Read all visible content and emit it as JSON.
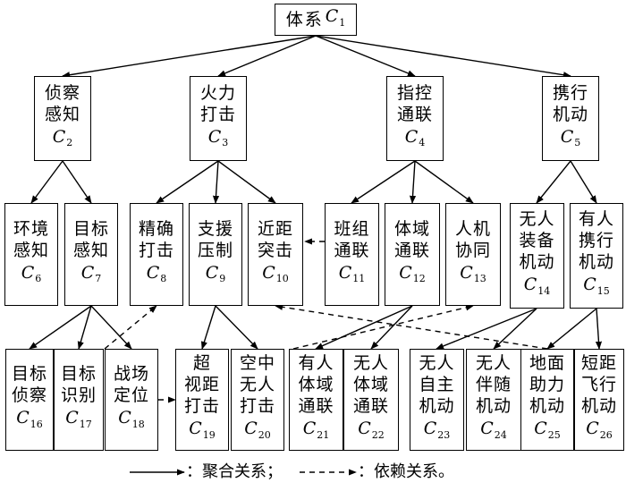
{
  "root": {
    "name": "体系",
    "code": "C",
    "sub": "1"
  },
  "level1": [
    {
      "id": "C2",
      "lines": [
        "侦察",
        "感知"
      ],
      "code": "C",
      "sub": "2"
    },
    {
      "id": "C3",
      "lines": [
        "火力",
        "打击"
      ],
      "code": "C",
      "sub": "3"
    },
    {
      "id": "C4",
      "lines": [
        "指控",
        "通联"
      ],
      "code": "C",
      "sub": "4"
    },
    {
      "id": "C5",
      "lines": [
        "携行",
        "机动"
      ],
      "code": "C",
      "sub": "5"
    }
  ],
  "level2": [
    {
      "id": "C6",
      "lines": [
        "环境",
        "感知"
      ],
      "code": "C",
      "sub": "6"
    },
    {
      "id": "C7",
      "lines": [
        "目标",
        "感知"
      ],
      "code": "C",
      "sub": "7"
    },
    {
      "id": "C8",
      "lines": [
        "精确",
        "打击"
      ],
      "code": "C",
      "sub": "8"
    },
    {
      "id": "C9",
      "lines": [
        "支援",
        "压制"
      ],
      "code": "C",
      "sub": "9"
    },
    {
      "id": "C10",
      "lines": [
        "近距",
        "突击"
      ],
      "code": "C",
      "sub": "10"
    },
    {
      "id": "C11",
      "lines": [
        "班组",
        "通联"
      ],
      "code": "C",
      "sub": "11"
    },
    {
      "id": "C12",
      "lines": [
        "体域",
        "通联"
      ],
      "code": "C",
      "sub": "12"
    },
    {
      "id": "C13",
      "lines": [
        "人机",
        "协同"
      ],
      "code": "C",
      "sub": "13"
    },
    {
      "id": "C14",
      "lines": [
        "无人",
        "装备",
        "机动"
      ],
      "code": "C",
      "sub": "14"
    },
    {
      "id": "C15",
      "lines": [
        "有人",
        "携行",
        "机动"
      ],
      "code": "C",
      "sub": "15"
    }
  ],
  "level3": [
    {
      "id": "C16",
      "lines": [
        "目标",
        "侦察"
      ],
      "code": "C",
      "sub": "16"
    },
    {
      "id": "C17",
      "lines": [
        "目标",
        "识别"
      ],
      "code": "C",
      "sub": "17"
    },
    {
      "id": "C18",
      "lines": [
        "战场",
        "定位"
      ],
      "code": "C",
      "sub": "18"
    },
    {
      "id": "C19",
      "lines": [
        "超",
        "视距",
        "打击"
      ],
      "code": "C",
      "sub": "19"
    },
    {
      "id": "C20",
      "lines": [
        "空中",
        "无人",
        "打击"
      ],
      "code": "C",
      "sub": "20"
    },
    {
      "id": "C21",
      "lines": [
        "有人",
        "体域",
        "通联"
      ],
      "code": "C",
      "sub": "21"
    },
    {
      "id": "C22",
      "lines": [
        "无人",
        "体域",
        "通联"
      ],
      "code": "C",
      "sub": "22"
    },
    {
      "id": "C23",
      "lines": [
        "无人",
        "自主",
        "机动"
      ],
      "code": "C",
      "sub": "23"
    },
    {
      "id": "C24",
      "lines": [
        "无人",
        "伴随",
        "机动"
      ],
      "code": "C",
      "sub": "24"
    },
    {
      "id": "C25",
      "lines": [
        "地面",
        "助力",
        "机动"
      ],
      "code": "C",
      "sub": "25"
    },
    {
      "id": "C26",
      "lines": [
        "短距",
        "飞行",
        "机动"
      ],
      "code": "C",
      "sub": "26"
    }
  ],
  "legend": {
    "aggregation": "：聚合关系；",
    "dependency": "：依赖关系。"
  }
}
